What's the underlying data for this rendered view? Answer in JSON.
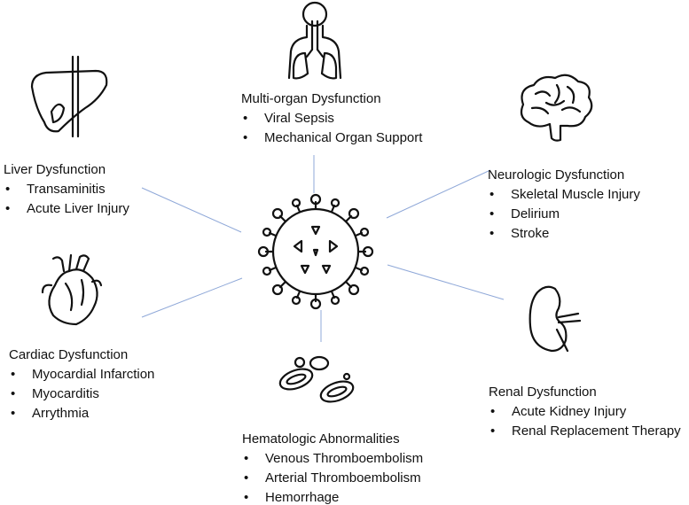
{
  "colors": {
    "connector": "#8fa8d8",
    "icon_stroke": "#111111",
    "text": "#111111",
    "background": "#ffffff"
  },
  "center": {
    "icon": "virus-icon"
  },
  "groups": {
    "multi_organ": {
      "title": "Multi-organ Dysfunction",
      "icon": "lungs-icon",
      "items": [
        "Viral Sepsis",
        "Mechanical Organ Support"
      ]
    },
    "liver": {
      "title": "Liver Dysfunction",
      "icon": "liver-icon",
      "items": [
        "Transaminitis",
        "Acute Liver Injury"
      ]
    },
    "neurologic": {
      "title": "Neurologic Dysfunction",
      "icon": "brain-icon",
      "items": [
        "Skeletal Muscle Injury",
        "Delirium",
        "Stroke"
      ]
    },
    "cardiac": {
      "title": "Cardiac Dysfunction",
      "icon": "heart-icon",
      "items": [
        "Myocardial Infarction",
        "Myocarditis",
        "Arrythmia"
      ]
    },
    "renal": {
      "title": "Renal Dysfunction",
      "icon": "kidney-icon",
      "items": [
        "Acute Kidney Injury",
        "Renal Replacement Therapy"
      ]
    },
    "hematologic": {
      "title": "Hematologic Abnormalities",
      "icon": "blood-cells-icon",
      "items": [
        "Venous Thromboembolism",
        "Arterial Thromboembolism",
        "Hemorrhage"
      ]
    }
  }
}
